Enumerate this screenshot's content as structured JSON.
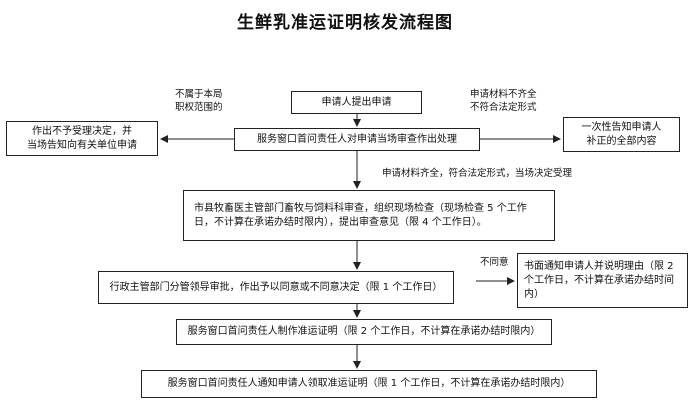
{
  "title": "生鲜乳准运证明核发流程图",
  "nodes": {
    "apply": "申请人提出申请",
    "review": "服务窗口首问责任人对申请当场审查作出处理",
    "reject": "作出不予受理决定，并\n当场告知向有关单位申请",
    "inform": "一次性告知申请人\n补正的全部内容",
    "inspect": "市县牧畜医主管部门畜牧与饲料科审查，组织现场检查（现场检查 5 个工作日，不计算在承诺办结时限内），提出审查意见（限 4 个工作日）。",
    "approve": "行政主管部门分管领导审批，作出予以同意或不同意决定（限 1 个工作日）",
    "notify_reason": "书面通知申请人并说明理由（限 2 个工作日，不计算在承诺办结时间内）",
    "produce": "服务窗口首问责任人制作准运证明（限 2 个工作日，不计算在承诺办结时限内）",
    "deliver": "服务窗口首问责任人通知申请人领取准运证明（限 1 个工作日，不计算在承诺办结时限内）"
  },
  "labels": {
    "out_of_scope": "不属于本局\n职权范围的",
    "incomplete": "申请材料不齐全\n不符合法定形式",
    "complete": "申请材料齐全，符合法定形式，当场决定受理",
    "disagree": "不同意"
  }
}
